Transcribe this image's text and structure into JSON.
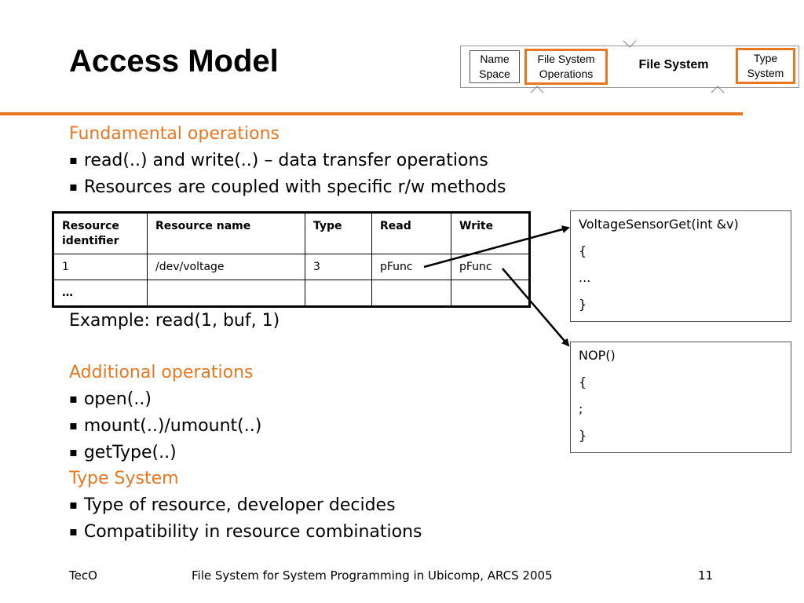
{
  "title": "Access Model",
  "colors": {
    "accent": "#e87722",
    "text": "#000000"
  },
  "header_diagram": {
    "name_space": "Name\nSpace",
    "fs_operations": "File System\nOperations",
    "file_system": "File System",
    "type_system": "Type\nSystem"
  },
  "sections": {
    "fundamental": {
      "heading": "Fundamental operations",
      "bullets": [
        "read(..) and write(..) – data transfer operations",
        "Resources are coupled with specific r/w methods"
      ]
    },
    "example": "Example: read(1, buf, 1)",
    "additional": {
      "heading": "Additional operations",
      "bullets": [
        "open(..)",
        "mount(..)/umount(..)",
        "getType(..)"
      ]
    },
    "type_system": {
      "heading": "Type System",
      "bullets": [
        "Type of resource, developer decides",
        "Compatibility in resource combinations"
      ]
    }
  },
  "table": {
    "headers": [
      "Resource identifier",
      "Resource name",
      "Type",
      "Read",
      "Write"
    ],
    "rows": [
      [
        "1",
        "/dev/voltage",
        "3",
        "pFunc",
        "pFunc"
      ],
      [
        "…",
        "",
        "",
        "",
        ""
      ]
    ]
  },
  "code_boxes": [
    {
      "lines": [
        "VoltageSensorGet(int &v)",
        "{",
        "...",
        "}"
      ]
    },
    {
      "lines": [
        "NOP()",
        "{",
        ";",
        "}"
      ]
    }
  ],
  "footer": {
    "left": "TecO",
    "center": "File System for System Programming in Ubicomp, ARCS 2005",
    "page": "11"
  }
}
